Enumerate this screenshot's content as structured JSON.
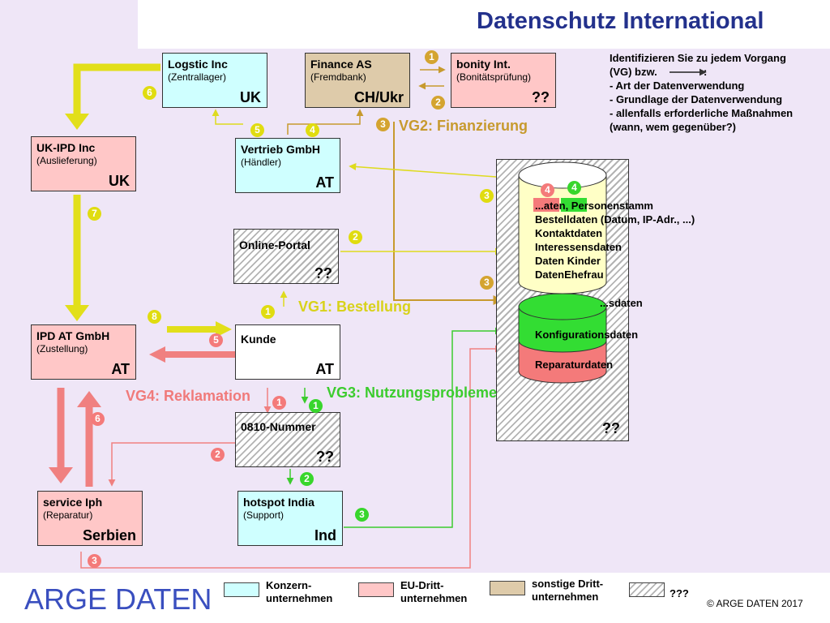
{
  "title": "Datenschutz International",
  "info": {
    "line1": "Identifizieren Sie zu jedem Vorgang",
    "line2a": "(VG) bzw.",
    "line2b": ":",
    "line3": "- Art der Datenverwendung",
    "line4": "- Grundlage der Datenverwendung",
    "line5": "- allenfalls erforderliche Maßnahmen",
    "line6": "(wann, wem gegenüber?)"
  },
  "boxes": {
    "logistic": {
      "name": "Logstic Inc",
      "sub": "(Zentrallager)",
      "country": "UK"
    },
    "finance": {
      "name": "Finance AS",
      "sub": "(Fremdbank)",
      "country": "CH/Ukr"
    },
    "bonity": {
      "name": "bonity Int.",
      "sub": "(Bonitätsprüfung)",
      "country": "??"
    },
    "ukipd": {
      "name": "UK-IPD Inc",
      "sub": "(Auslieferung)",
      "country": "UK"
    },
    "vertrieb": {
      "name": "Vertrieb GmbH",
      "sub": "(Händler)",
      "country": "AT"
    },
    "portal": {
      "name": "Online-Portal",
      "country": "??"
    },
    "ipdat": {
      "name": "IPD AT GmbH",
      "sub": "(Zustellung)",
      "country": "AT"
    },
    "kunde": {
      "name": "Kunde",
      "country": "AT"
    },
    "hotline": {
      "name": "0810-Nummer",
      "country": "??"
    },
    "service": {
      "name": "service Iph",
      "sub": "(Reparatur)",
      "country": "Serbien"
    },
    "hotspot": {
      "name": "hotspot India",
      "sub": "(Support)",
      "country": "Ind"
    },
    "datacenter": {
      "country": "??"
    }
  },
  "processes": {
    "vg1": "VG1: Bestellung",
    "vg2": "VG2: Finanzierung",
    "vg3": "VG3: Nutzungsprobleme",
    "vg4": "VG4: Reklamation"
  },
  "badges": [
    "1",
    "2",
    "3",
    "4",
    "5",
    "6",
    "7",
    "8"
  ],
  "database": {
    "top": [
      "...aten, Personenstamm",
      "Bestelldaten (Datum, IP-Adr., ...)",
      "Kontaktdaten",
      "Interessensdaten",
      "Daten Kinder",
      "DatenEhefrau"
    ],
    "middle": "...sdaten",
    "config": "Konfigurationsdaten",
    "repair": "Reparaturdaten"
  },
  "legend": {
    "konzern": "Konzern-\nunternehmen",
    "eu": "EU-Dritt-\nunternehmen",
    "sonstige": "sonstige Dritt-\nunternehmen",
    "unknown": "???"
  },
  "footer": {
    "brand": "ARGE DATEN",
    "copyright": "© ARGE DATEN 2017"
  },
  "colors": {
    "title": "#23318c",
    "vg1": "#d8d21a",
    "vg2": "#c79a2e",
    "vg3": "#3ccc2e",
    "vg4": "#f07a7a",
    "konzern": "#cfffff",
    "eu": "#ffc7c7",
    "drittunternehmen": "#decbaa"
  }
}
